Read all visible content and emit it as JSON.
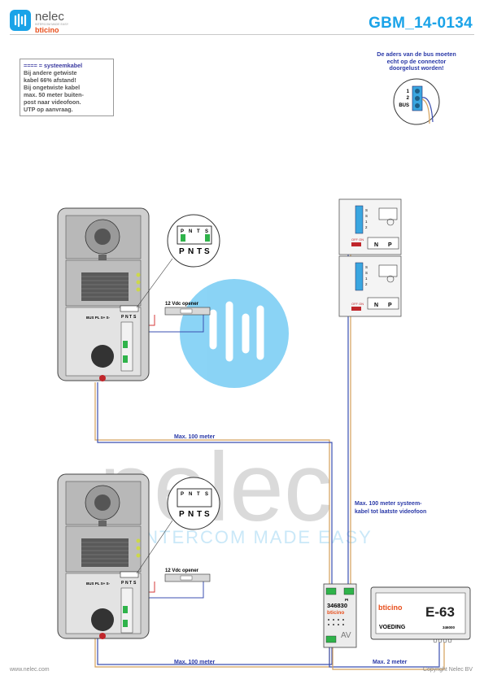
{
  "header": {
    "brand_name": "nelec",
    "brand_tagline": "INTERCOM MADE EASY",
    "partner_brand": "bticino",
    "doc_id": "GBM_14-0134"
  },
  "note_box": {
    "line1": "==== = systeemkabel",
    "lines": [
      "Bij andere getwiste",
      "kabel 66% afstand!",
      "Bij ongetwiste kabel",
      "max. 50 meter buiten-",
      "post naar videofoon.",
      "UTP op aanvraag."
    ]
  },
  "bus_note": {
    "lines": [
      "De aders van de bus moeten",
      "echt op de connector",
      "doorgelust worden!"
    ],
    "terminal_labels": [
      "1",
      "2",
      "BUS"
    ]
  },
  "door_panel_top": {
    "terminal_labels": "BUS PL S+ S-",
    "switch_labels": [
      "P",
      "N",
      "T",
      "S"
    ],
    "zoom_labels": [
      "P",
      "N",
      "T",
      "S"
    ],
    "zoom_switch_labels": [
      "P",
      "N",
      "T",
      "S"
    ],
    "opener_label": "12 Vdc opener"
  },
  "door_panel_bottom": {
    "terminal_labels": "BUS PL S+ S-",
    "switch_labels": [
      "P",
      "N",
      "T",
      "S"
    ],
    "zoom_labels": [
      "P",
      "N",
      "T",
      "S"
    ],
    "zoom_switch_labels": [
      "P",
      "N",
      "T",
      "S"
    ],
    "opener_label": "12 Vdc opener"
  },
  "monitors": [
    {
      "terminals": [
        "2",
        "1",
        "S",
        "S"
      ],
      "switch_label": "OFF ON",
      "config_labels": [
        "N",
        "P"
      ]
    },
    {
      "terminals": [
        "2",
        "1",
        "S",
        "S"
      ],
      "switch_label": "OFF ON",
      "config_labels": [
        "N",
        "P"
      ]
    }
  ],
  "av_module": {
    "code": "346830",
    "brand": "bticino",
    "pi_label": "PI",
    "av_label": "AV"
  },
  "power_supply": {
    "brand": "bticino",
    "model": "E-63",
    "label": "VOEDING",
    "code": "346000"
  },
  "cable_labels": {
    "top_run": "Max. 100 meter",
    "bottom_run": "Max. 100 meter",
    "system_cable_1": "Max. 100 meter systeem-",
    "system_cable_2": "kabel tot laatste videofoon",
    "psu_run": "Max. 2 meter"
  },
  "watermark": {
    "word": "nelec",
    "tagline": "INTERCOM MADE EASY"
  },
  "footer": {
    "url": "www.nelec.com",
    "copyright": "Copyright Nelec BV"
  },
  "colors": {
    "accent": "#1aa3e8",
    "cable_blue": "#3b4fb0",
    "cable_red": "#d63a3a",
    "cable_orange": "#d4a05a",
    "brand_orange": "#e84e1b"
  }
}
